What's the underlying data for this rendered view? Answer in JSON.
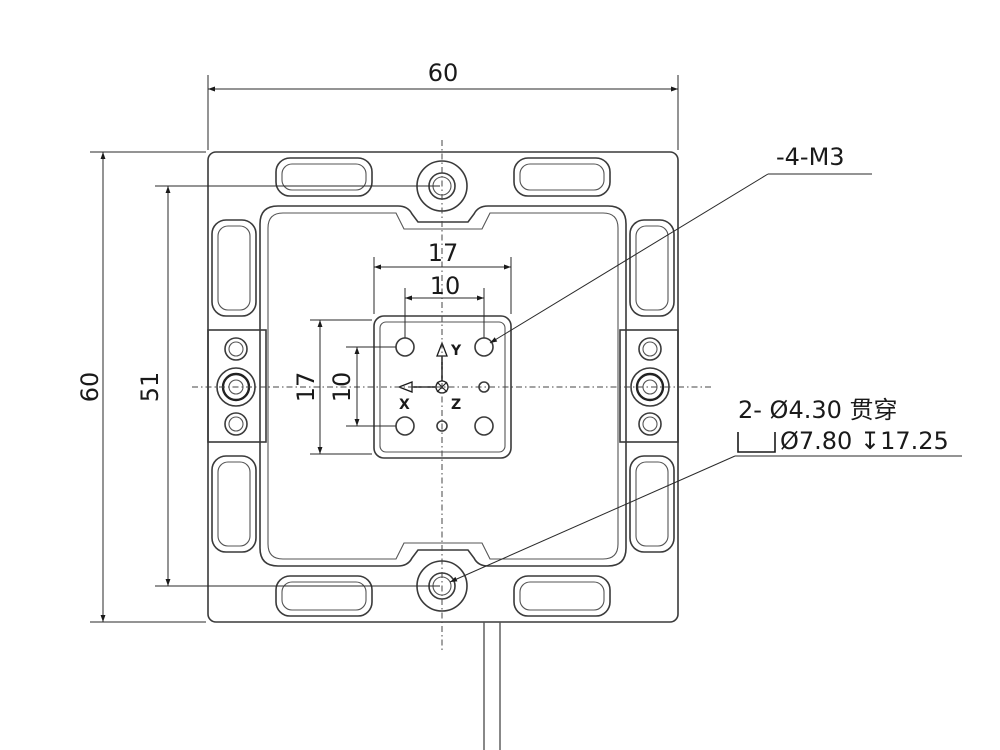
{
  "dimensions": {
    "overall_width": "60",
    "overall_height": "60",
    "mounting_hole_spacing": "51",
    "center_pattern_outer_x": "17",
    "center_pattern_inner_x": "10",
    "center_pattern_outer_y": "17",
    "center_pattern_inner_y": "10"
  },
  "callouts": {
    "thread_holes": "-4-M3",
    "through_hole": "2- Ø4.30 贯穿",
    "counterbore": "Ø7.80 ↧17.25"
  },
  "axes": {
    "x": "X",
    "y": "Y",
    "z": "Z"
  }
}
